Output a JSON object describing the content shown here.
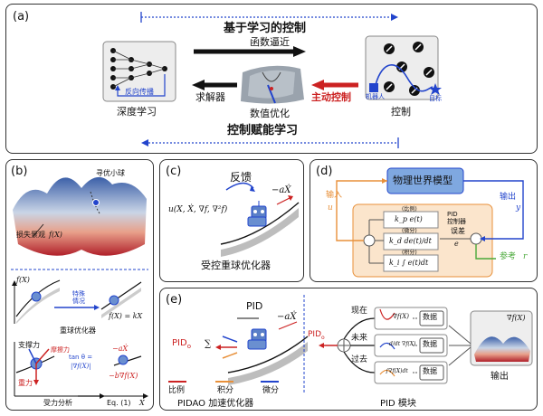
{
  "panel_a": {
    "tag": "(a)",
    "top_banner": "基于学习的控制",
    "bottom_banner": "控制赋能学习",
    "deep_learning": "深度学习",
    "backprop": "反向传播",
    "solver": "求解器",
    "func_approx": "函数逼近",
    "active_control": "主动控制",
    "numerical_opt": "数值优化",
    "control": "控制",
    "robot": "机器人",
    "target": "目标"
  },
  "panel_b": {
    "tag": "(b)",
    "ball_search": "寻优小球",
    "loss_landscape": "损失景观",
    "loss_symbol": "f(X)",
    "fx_axis": "f(X)",
    "special_case": "特殊\n情况",
    "eq_kx": "f(X) = kX",
    "heavy_ball_opt": "重球优化器",
    "support_force": "支撑力",
    "gravity": "重力",
    "friction": "摩擦力",
    "tan_theta": "tan θ =",
    "grad_norm": "|∇f(X)|",
    "damping": "−aẊ",
    "grad_force": "−b∇f(X)",
    "force_analysis": "受力分析",
    "eq_ref": "Eq. (1)",
    "x_axis": "X"
  },
  "panel_c": {
    "tag": "(c)",
    "feedback": "反馈",
    "u_expr": "u(X, Ẋ, ∇f, ∇²f)",
    "damping": "−aẊ",
    "controlled_heavy_ball": "受控重球优化器"
  },
  "panel_d": {
    "tag": "(d)",
    "physical_model": "物理世界模型",
    "input_label": "输入",
    "input_sym": "u",
    "output_label": "输出",
    "output_sym": "y",
    "pid_controller": "PID\n控制器",
    "proportional": "(比例)",
    "integral": "(积分)",
    "derivative": "(微分)",
    "p_term": "k_p e(t)",
    "d_term": "k_d de(t)/dt",
    "i_term": "k_i ∫ e(t)dt",
    "error": "误差",
    "error_sym": "e",
    "reference": "参考",
    "reference_sym": "r"
  },
  "panel_e": {
    "tag": "(e)",
    "pid": "PID",
    "pid_o": "PID",
    "pid_o_sub": "o",
    "sum_expr": "∑",
    "damping": "−aẊ",
    "proportional": "比例",
    "integral": "积分",
    "derivative": "微分",
    "pidao_optimizer": "PIDAO 加速优化器",
    "present": "现在",
    "future": "未来",
    "past": "过去",
    "grad_now": "∇f(X)",
    "grad_future": "d/dt ∇f(X)",
    "grad_past": "∫∇f(X)dt",
    "data1": "数据",
    "data2": "数据",
    "data3": "数据",
    "pid_module": "PID 模块",
    "output": "输出",
    "grad_symbol": "∇f(X)"
  },
  "colors": {
    "blue": "#2244cc",
    "red": "#cc2222",
    "orange": "#e8903a",
    "green": "#4aa93a",
    "model_box": "#7fa8e0",
    "pid_bg": "#fbe5cc"
  }
}
